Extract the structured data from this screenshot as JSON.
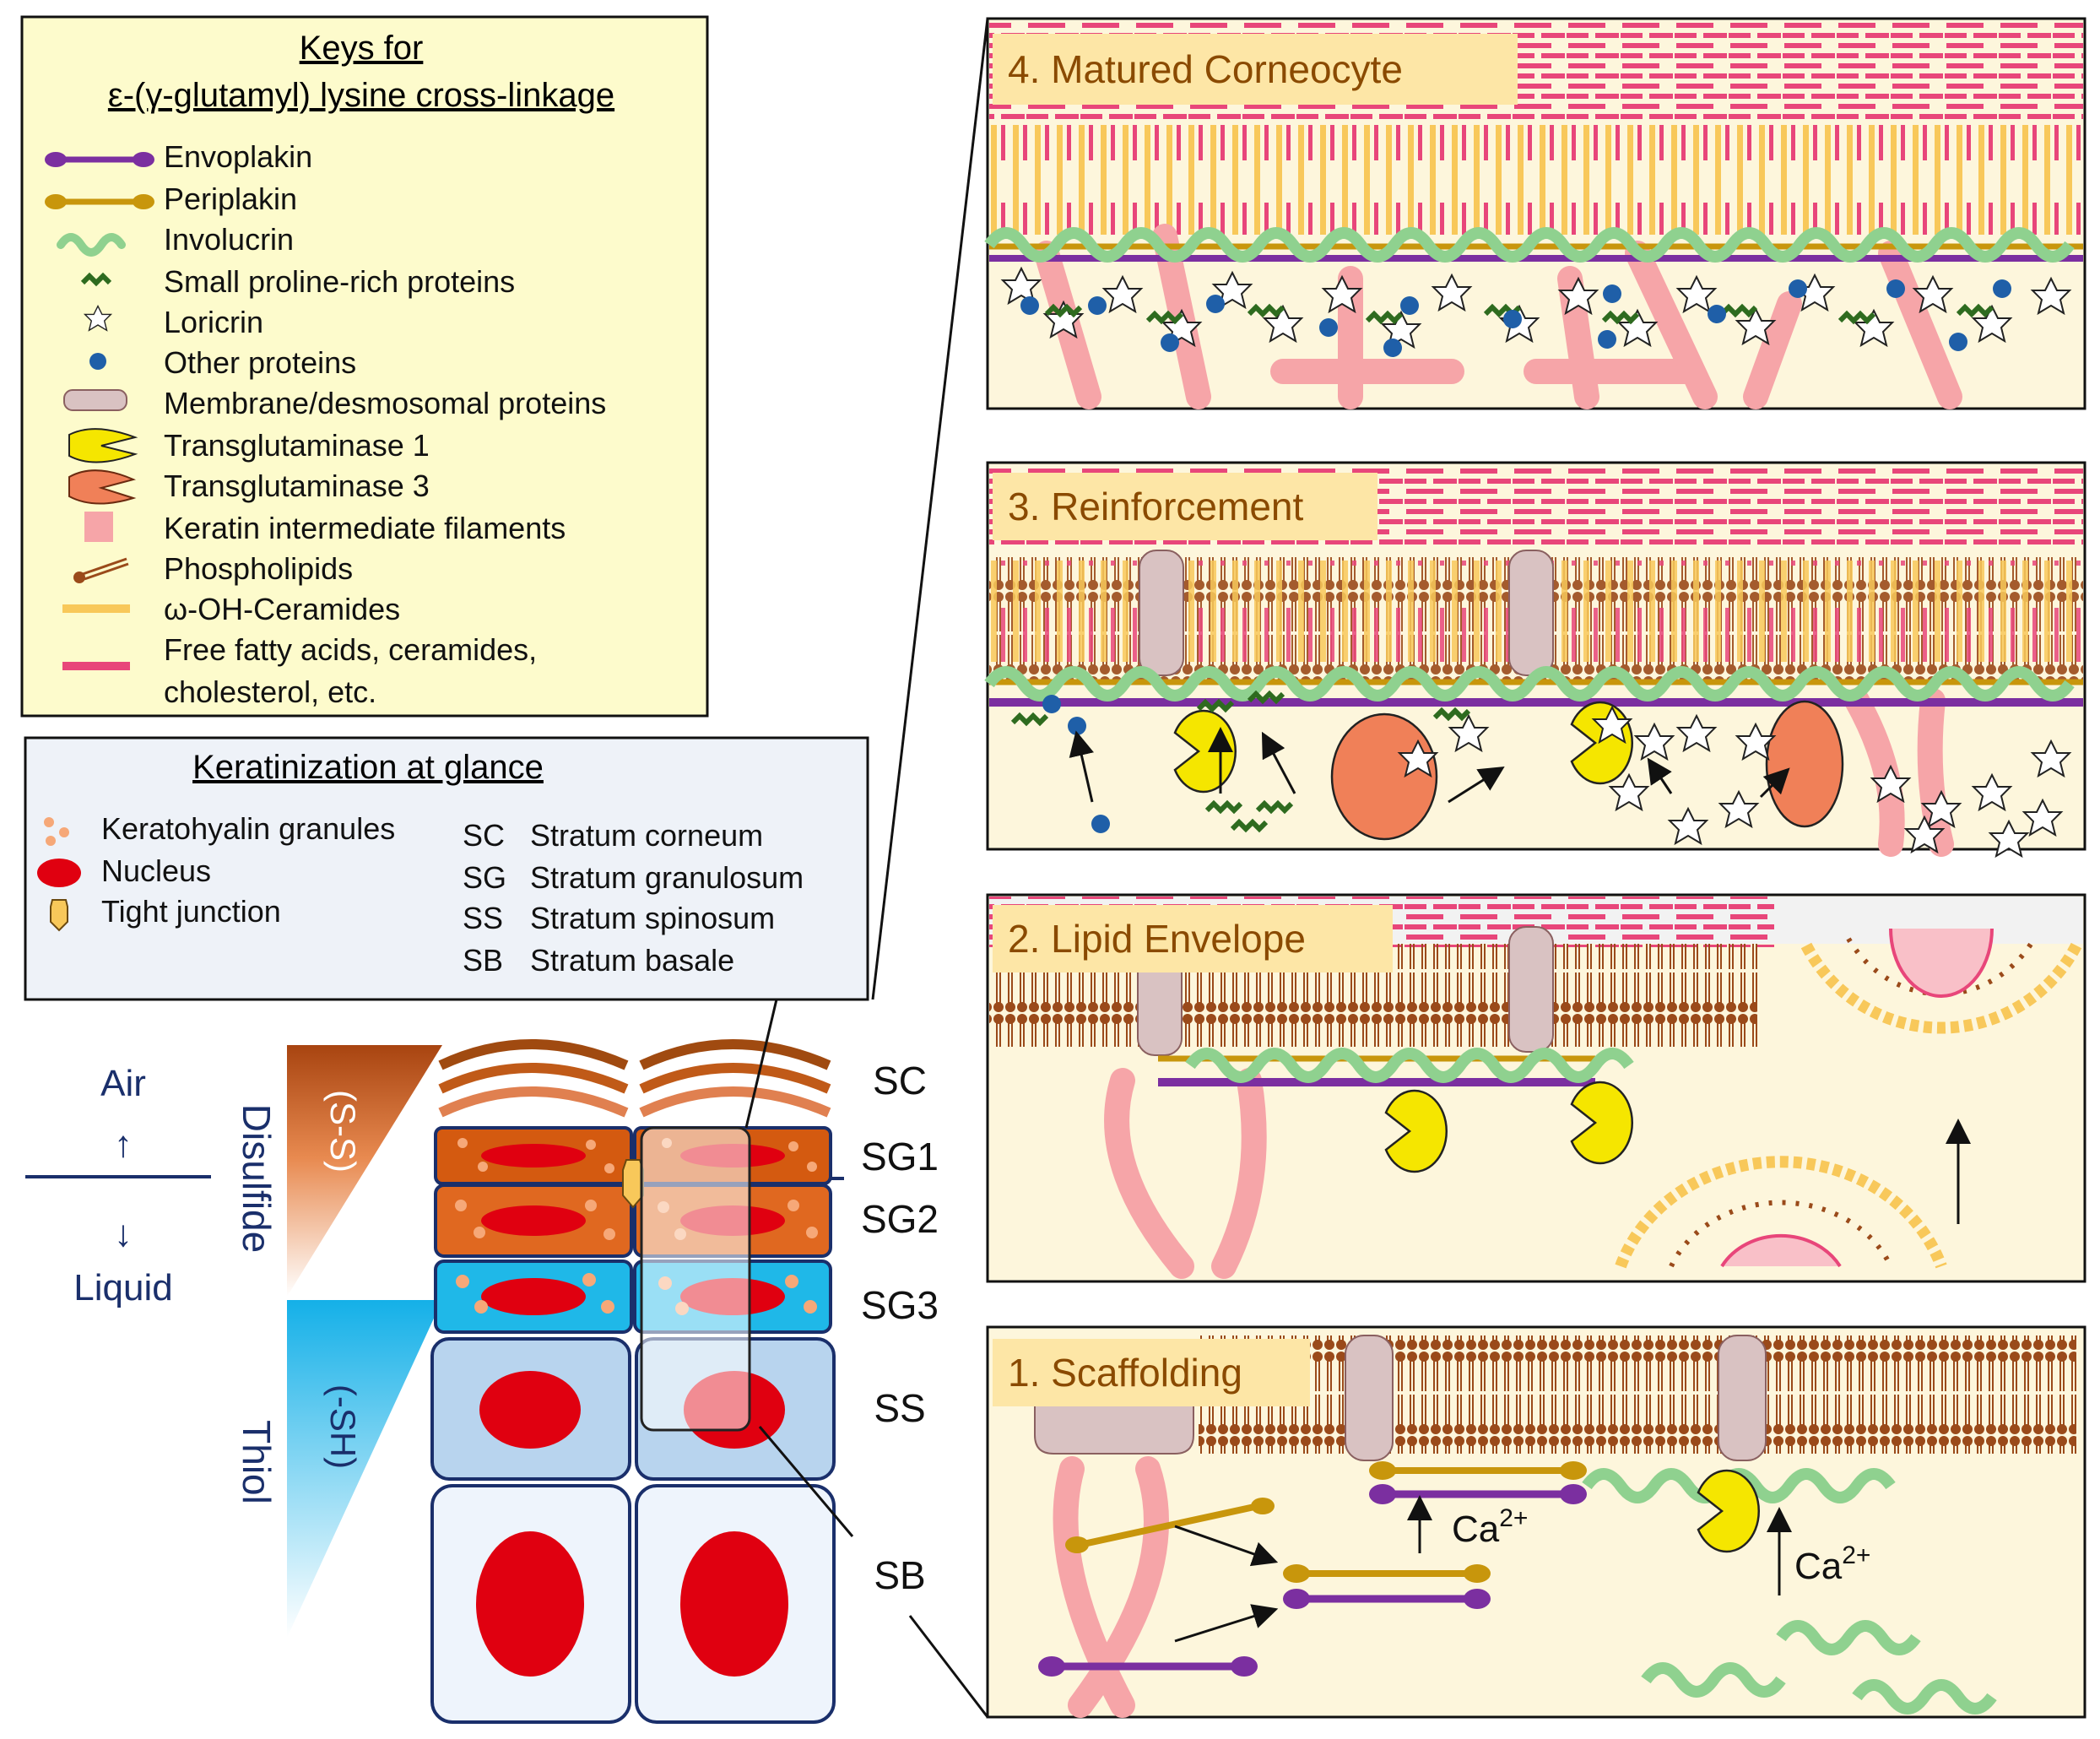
{
  "keys": {
    "title_line1": "Keys for",
    "title_line2": "ε-(γ-glutamyl) lysine cross-linkage",
    "items": [
      {
        "label": "Envoplakin",
        "icon": "envoplakin-icon",
        "color": "#7b2fa0"
      },
      {
        "label": "Periplakin",
        "icon": "periplakin-icon",
        "color": "#c8960c"
      },
      {
        "label": "Involucrin",
        "icon": "involucrin-icon",
        "color": "#8fd18f"
      },
      {
        "label": "Small proline-rich proteins",
        "icon": "sprr-icon",
        "color": "#2e6b1f"
      },
      {
        "label": "Loricrin",
        "icon": "loricrin-icon",
        "color": "#ffffff"
      },
      {
        "label": "Other proteins",
        "icon": "other-protein-icon",
        "color": "#1f5fa8"
      },
      {
        "label": "Membrane/desmosomal proteins",
        "icon": "membrane-protein-icon",
        "color": "#d9c2c2"
      },
      {
        "label": "Transglutaminase 1",
        "icon": "tgm1-icon",
        "color": "#f5e600"
      },
      {
        "label": "Transglutaminase 3",
        "icon": "tgm3-icon",
        "color": "#f08058"
      },
      {
        "label": "Keratin intermediate filaments",
        "icon": "keratin-icon",
        "color": "#f6a5a8"
      },
      {
        "label": "Phospholipids",
        "icon": "phospholipid-icon",
        "color": "#9a4a1a"
      },
      {
        "label": "ω-OH-Ceramides",
        "icon": "ceramide-icon",
        "color": "#f8c85a"
      },
      {
        "label": "Free fatty acids, ceramides,",
        "label2": "cholesterol, etc.",
        "icon": "fatty-acid-icon",
        "color": "#e8467a"
      }
    ]
  },
  "glance": {
    "title": "Keratinization at glance",
    "items": [
      {
        "label": "Keratohyalin granules",
        "icon": "granule-icon"
      },
      {
        "label": "Nucleus",
        "icon": "nucleus-icon"
      },
      {
        "label": "Tight junction",
        "icon": "tight-junction-icon"
      }
    ],
    "abbreviations": [
      {
        "abbr": "SC",
        "full": "Stratum corneum"
      },
      {
        "abbr": "SG",
        "full": "Stratum granulosum"
      },
      {
        "abbr": "SS",
        "full": "Stratum spinosum"
      },
      {
        "abbr": "SB",
        "full": "Stratum basale"
      }
    ]
  },
  "skin": {
    "air": "Air",
    "liquid": "Liquid",
    "up_arrow": "↑",
    "down_arrow": "↓",
    "disulfide": "Disulfide",
    "thiol": "Thiol",
    "ss_bond": "(S-S)",
    "sh_group": "(-SH)",
    "layers": [
      "SC",
      "SG1",
      "SG2",
      "SG3",
      "SS",
      "SB"
    ]
  },
  "panels": {
    "p4": "4. Matured Corneocyte",
    "p3": "3. Reinforcement",
    "p2": "2. Lipid Envelope",
    "p1": "1. Scaffolding",
    "ca1": "Ca",
    "ca2": "Ca",
    "ca_sup": "2+"
  },
  "colors": {
    "panel_bg": "#fdf6dc",
    "label_bg": "#fde6a6",
    "title_color": "#8a4a00",
    "navy": "#1a2f6b",
    "sc_brown": "#a04a10",
    "sg_orange": "#e06820",
    "sg3_blue": "#1fb8e8",
    "ss_blue": "#b8d4ee",
    "sb_pale": "#eef4fc",
    "nucleus": "#e00010"
  }
}
